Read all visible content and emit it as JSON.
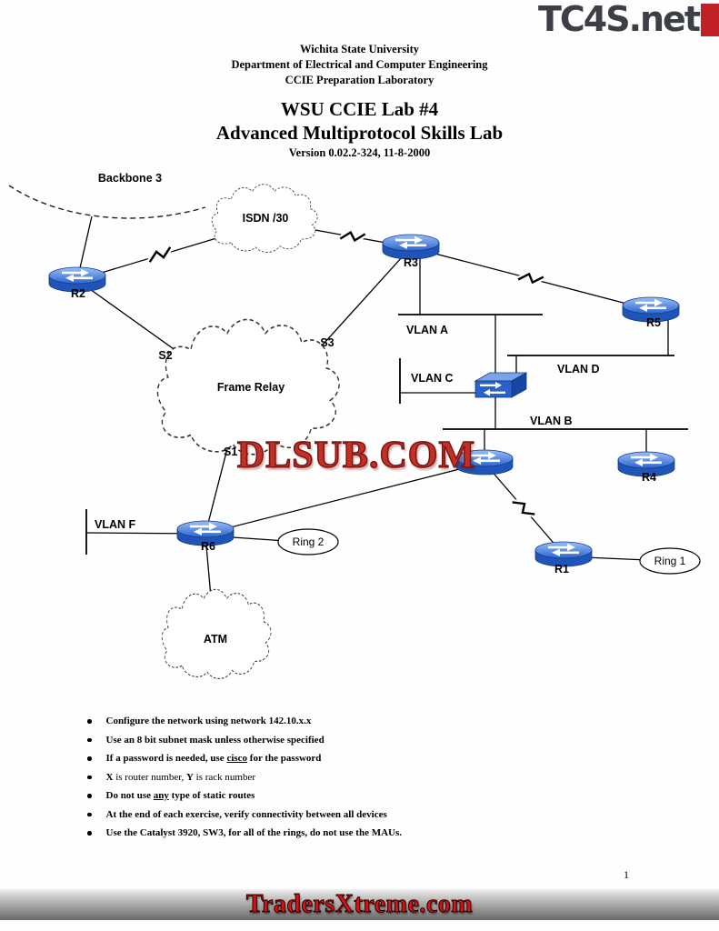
{
  "branding": {
    "top_logo": "TC4S.net",
    "top_logo_color": "#3c3f46",
    "top_logo_accent_color": "#c02127",
    "center_watermark": "DLSUB.COM",
    "center_watermark_color": "#c23026",
    "bottom_banner": "TradersXtreme.com",
    "bottom_banner_text_color": "#d61414"
  },
  "header": {
    "org_line1": "Wichita State University",
    "org_line2": "Department of Electrical and Computer Engineering",
    "org_line3": "CCIE Preparation Laboratory",
    "title_line1": "WSU CCIE Lab #4",
    "title_line2": "Advanced Multiprotocol Skills Lab",
    "version_line": "Version 0.02.2-324, 11-8-2000"
  },
  "diagram": {
    "device_color": "#2a62c9",
    "labels": {
      "backbone": "Backbone 3",
      "isdn_cloud": "ISDN /30",
      "frame_relay_cloud": "Frame Relay",
      "atm_cloud": "ATM",
      "vlan_a": "VLAN A",
      "vlan_b": "VLAN B",
      "vlan_c": "VLAN C",
      "vlan_d": "VLAN D",
      "vlan_f": "VLAN F",
      "serial_s1": "S1",
      "serial_s2": "S2",
      "serial_s3": "S3",
      "router_r1": "R1",
      "router_r2": "R2",
      "router_r3": "R3",
      "router_r4": "R4",
      "router_r5": "R5",
      "router_r6": "R6",
      "ring_1": "Ring 1",
      "ring_2": "Ring 2"
    }
  },
  "instructions": {
    "items": [
      [
        {
          "text": "Configure the network using network 142.10.x.x",
          "bold": true,
          "underline": false
        }
      ],
      [
        {
          "text": "Use an 8 bit subnet mask unless otherwise specified",
          "bold": true,
          "underline": false
        }
      ],
      [
        {
          "text": "If a password is needed, use ",
          "bold": true,
          "underline": false
        },
        {
          "text": "cisco",
          "bold": true,
          "underline": true
        },
        {
          "text": " for the password",
          "bold": true,
          "underline": false
        }
      ],
      [
        {
          "text": "X",
          "bold": true,
          "underline": false
        },
        {
          "text": " is router number, ",
          "bold": false,
          "underline": false
        },
        {
          "text": "Y",
          "bold": true,
          "underline": false
        },
        {
          "text": " is rack number",
          "bold": false,
          "underline": false
        }
      ],
      [
        {
          "text": "Do not use ",
          "bold": true,
          "underline": false
        },
        {
          "text": "any",
          "bold": true,
          "underline": true
        },
        {
          "text": " type of static routes",
          "bold": true,
          "underline": false
        }
      ],
      [
        {
          "text": "At the end of each exercise, verify connectivity between all devices",
          "bold": true,
          "underline": false
        }
      ],
      [
        {
          "text": "Use the Catalyst 3920, SW3, for all of the rings, do not use the MAUs.",
          "bold": true,
          "underline": false
        }
      ]
    ]
  },
  "footer": {
    "page_number": "1"
  }
}
